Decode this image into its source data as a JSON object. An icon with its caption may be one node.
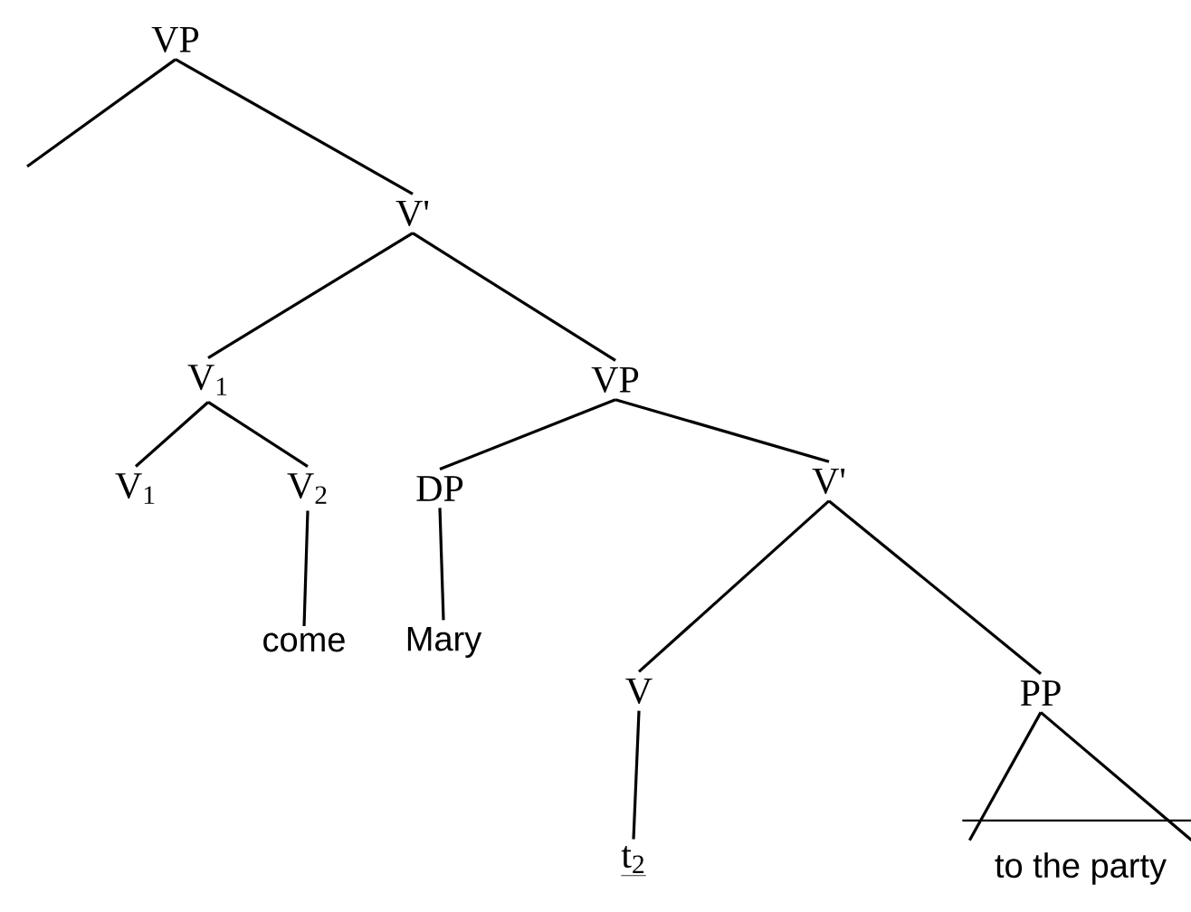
{
  "diagram": {
    "nodes": [
      {
        "text": [
          "VP"
        ]
      },
      {
        "text": [
          "V'"
        ]
      },
      {
        "text": [
          "V$_{1}$"
        ]
      },
      {
        "text": [
          "VP"
        ]
      },
      {
        "text": [
          "V$_{1}$"
        ]
      },
      {
        "text": [
          "V$_{2}$"
        ]
      },
      {
        "text": [
          "DP"
        ]
      },
      {
        "text": [
          "V'"
        ]
      },
      {
        "text": [
          "come"
        ]
      },
      {
        "text": [
          "Mary"
        ]
      },
      {
        "text": [
          "V"
        ]
      },
      {
        "text": [
          "PP"
        ]
      },
      {
        "text": [
          "t$_{2}$"
        ]
      },
      {
        "text": [
          "to the party"
        ]
      }
    ],
    "edges": [
      {
        "from": 0,
        "to": null,
        "arrow": "none"
      },
      {
        "from": 0,
        "to": 1,
        "arrow": "none"
      },
      {
        "from": 1,
        "to": 2,
        "arrow": "none"
      },
      {
        "from": 1,
        "to": 3,
        "arrow": "none"
      },
      {
        "from": 2,
        "to": 4,
        "arrow": "none"
      },
      {
        "from": 2,
        "to": 5,
        "arrow": "none"
      },
      {
        "from": 3,
        "to": 6,
        "arrow": "none"
      },
      {
        "from": 3,
        "to": 7,
        "arrow": "none"
      },
      {
        "from": 5,
        "to": 8,
        "arrow": "none"
      },
      {
        "from": 6,
        "to": 9,
        "arrow": "none"
      },
      {
        "from": 7,
        "to": 10,
        "arrow": "none"
      },
      {
        "from": 7,
        "to": 11,
        "arrow": "none"
      },
      {
        "from": 10,
        "to": 12,
        "arrow": "none"
      },
      {
        "from": 11,
        "to": 13,
        "arrow": "none"
      }
    ]
  }
}
